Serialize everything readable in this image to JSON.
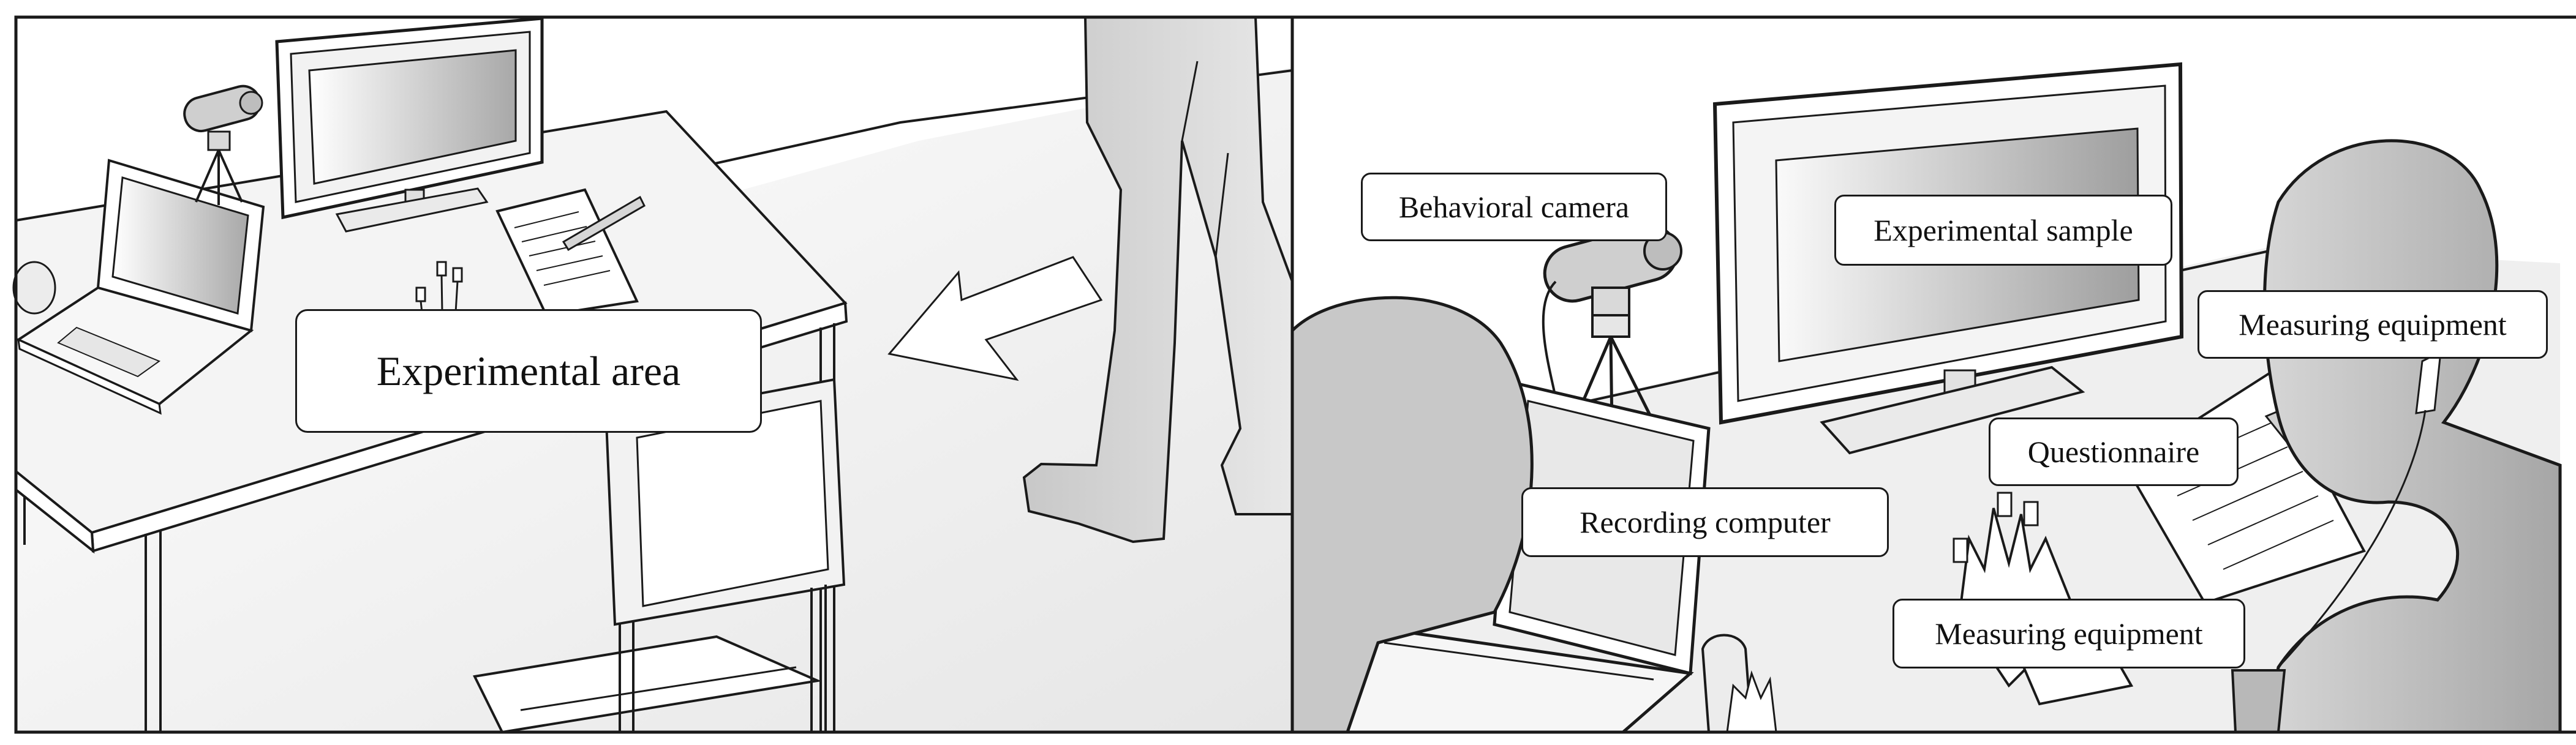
{
  "left_panel": {
    "label": "Experimental area"
  },
  "right_panel": {
    "labels": {
      "behavioral_camera": "Behavioral camera",
      "experimental_sample": "Experimental sample",
      "measuring_equipment_top": "Measuring equipment",
      "questionnaire": "Questionnaire",
      "recording_computer": "Recording computer",
      "measuring_equipment_bottom": "Measuring equipment"
    }
  },
  "colors": {
    "line": "#1a1a1a",
    "person_fill": "#c4c4c4",
    "floor": "#f2f2f2",
    "wall": "#ffffff",
    "screen_gradient_light": "#ffffff",
    "screen_gradient_dark": "#a8a8a8"
  }
}
